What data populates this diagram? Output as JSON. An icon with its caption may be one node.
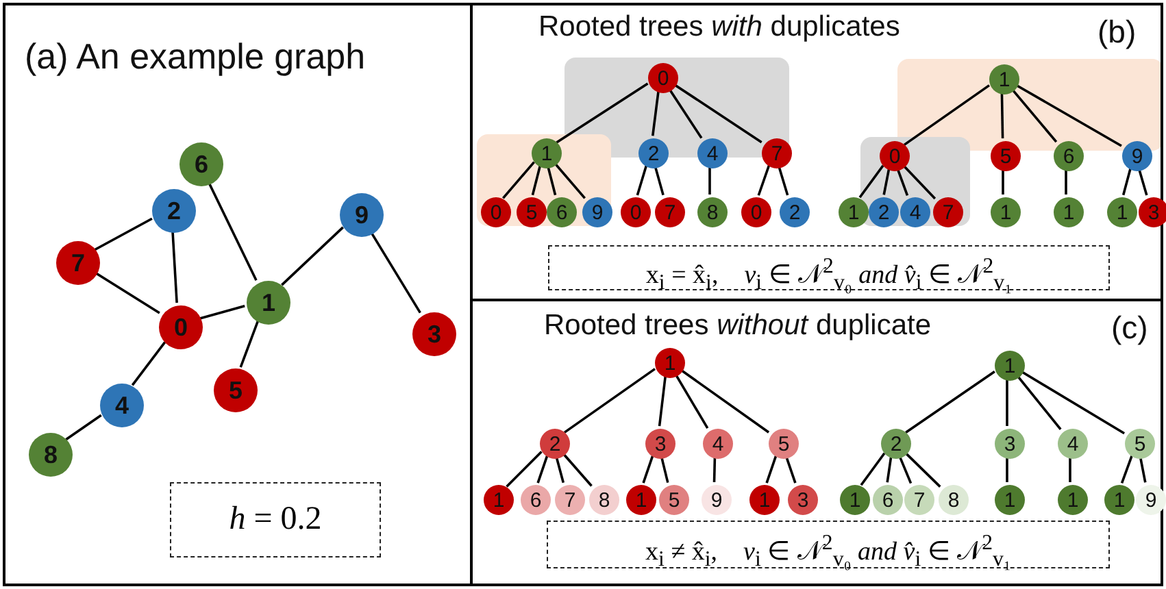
{
  "diagram": {
    "nodes": [
      {
        "text": [
          "(a) An example graph"
        ]
      },
      {
        "text": [
          "0"
        ],
        "in": 0
      },
      {
        "text": [
          "1"
        ],
        "in": 0
      },
      {
        "text": [
          "2"
        ],
        "in": 0
      },
      {
        "text": [
          "3"
        ],
        "in": 0
      },
      {
        "text": [
          "4"
        ],
        "in": 0
      },
      {
        "text": [
          "5"
        ],
        "in": 0
      },
      {
        "text": [
          "6"
        ],
        "in": 0
      },
      {
        "text": [
          "7"
        ],
        "in": 0
      },
      {
        "text": [
          "8"
        ],
        "in": 0
      },
      {
        "text": [
          "9"
        ],
        "in": 0
      },
      {
        "text": [
          "*h* = 0.2"
        ],
        "in": 0
      },
      {
        "text": [
          "Rooted trees *with* duplicates",
          "(b)"
        ]
      },
      {
        "text": [
          "0"
        ],
        "in": 12
      },
      {
        "text": [
          "1"
        ],
        "in": 12
      },
      {
        "text": [
          "2"
        ],
        "in": 12
      },
      {
        "text": [
          "4"
        ],
        "in": 12
      },
      {
        "text": [
          "7"
        ],
        "in": 12
      },
      {
        "text": [
          "0"
        ],
        "in": 12
      },
      {
        "text": [
          "5"
        ],
        "in": 12
      },
      {
        "text": [
          "6"
        ],
        "in": 12
      },
      {
        "text": [
          "9"
        ],
        "in": 12
      },
      {
        "text": [
          "0"
        ],
        "in": 12
      },
      {
        "text": [
          "7"
        ],
        "in": 12
      },
      {
        "text": [
          "8"
        ],
        "in": 12
      },
      {
        "text": [
          "0"
        ],
        "in": 12
      },
      {
        "text": [
          "2"
        ],
        "in": 12
      },
      {
        "text": [
          "1"
        ],
        "in": 12
      },
      {
        "text": [
          "0"
        ],
        "in": 12
      },
      {
        "text": [
          "5"
        ],
        "in": 12
      },
      {
        "text": [
          "6"
        ],
        "in": 12
      },
      {
        "text": [
          "9"
        ],
        "in": 12
      },
      {
        "text": [
          "1"
        ],
        "in": 12
      },
      {
        "text": [
          "2"
        ],
        "in": 12
      },
      {
        "text": [
          "4"
        ],
        "in": 12
      },
      {
        "text": [
          "7"
        ],
        "in": 12
      },
      {
        "text": [
          "1"
        ],
        "in": 12
      },
      {
        "text": [
          "1"
        ],
        "in": 12
      },
      {
        "text": [
          "1"
        ],
        "in": 12
      },
      {
        "text": [
          "3"
        ],
        "in": 12
      },
      {
        "text": [
          "x$_{i}$ = x̂$_{i}$,    *v*$_{i}$ ∈ 𝒩$^{2}$$_{v₀}$ *and* *v̂*$_{i}$ ∈ 𝒩$^{2}$$_{v₁}$"
        ],
        "in": 12
      },
      {
        "text": [
          "Rooted trees *without* duplicate",
          "(c)"
        ]
      },
      {
        "text": [
          "1"
        ],
        "in": 41
      },
      {
        "text": [
          "2"
        ],
        "in": 41
      },
      {
        "text": [
          "3"
        ],
        "in": 41
      },
      {
        "text": [
          "4"
        ],
        "in": 41
      },
      {
        "text": [
          "5"
        ],
        "in": 41
      },
      {
        "text": [
          "1"
        ],
        "in": 41
      },
      {
        "text": [
          "6"
        ],
        "in": 41
      },
      {
        "text": [
          "7"
        ],
        "in": 41
      },
      {
        "text": [
          "8"
        ],
        "in": 41
      },
      {
        "text": [
          "1"
        ],
        "in": 41
      },
      {
        "text": [
          "5"
        ],
        "in": 41
      },
      {
        "text": [
          "9"
        ],
        "in": 41
      },
      {
        "text": [
          "1"
        ],
        "in": 41
      },
      {
        "text": [
          "3"
        ],
        "in": 41
      },
      {
        "text": [
          "1"
        ],
        "in": 41
      },
      {
        "text": [
          "2"
        ],
        "in": 41
      },
      {
        "text": [
          "3"
        ],
        "in": 41
      },
      {
        "text": [
          "4"
        ],
        "in": 41
      },
      {
        "text": [
          "5"
        ],
        "in": 41
      },
      {
        "text": [
          "1"
        ],
        "in": 41
      },
      {
        "text": [
          "6"
        ],
        "in": 41
      },
      {
        "text": [
          "7"
        ],
        "in": 41
      },
      {
        "text": [
          "8"
        ],
        "in": 41
      },
      {
        "text": [
          "1"
        ],
        "in": 41
      },
      {
        "text": [
          "1"
        ],
        "in": 41
      },
      {
        "text": [
          "1"
        ],
        "in": 41
      },
      {
        "text": [
          "9"
        ],
        "in": 41
      },
      {
        "text": [
          "x$_{i}$ ≠ x̂$_{i}$,    *v*$_{i}$ ∈ 𝒩$^{2}$$_{v₀}$ *and* *v̂*$_{i}$ ∈ 𝒩$^{2}$$_{v₁}$"
        ],
        "in": 41
      }
    ],
    "edges": [
      {
        "from": 8,
        "to": 3,
        "arrow": "none"
      },
      {
        "from": 8,
        "to": 1,
        "arrow": "none"
      },
      {
        "from": 3,
        "to": 1,
        "arrow": "none"
      },
      {
        "from": 1,
        "to": 5,
        "arrow": "none"
      },
      {
        "from": 5,
        "to": 9,
        "arrow": "none"
      },
      {
        "from": 1,
        "to": 2,
        "arrow": "none"
      },
      {
        "from": 7,
        "to": 2,
        "arrow": "none"
      },
      {
        "from": 2,
        "to": 10,
        "arrow": "none"
      },
      {
        "from": 10,
        "to": 4,
        "arrow": "none"
      },
      {
        "from": 2,
        "to": 6,
        "arrow": "none"
      },
      {
        "from": 13,
        "to": 14,
        "arrow": "none"
      },
      {
        "from": 13,
        "to": 15,
        "arrow": "none"
      },
      {
        "from": 13,
        "to": 16,
        "arrow": "none"
      },
      {
        "from": 13,
        "to": 17,
        "arrow": "none"
      },
      {
        "from": 14,
        "to": 18,
        "arrow": "none"
      },
      {
        "from": 14,
        "to": 19,
        "arrow": "none"
      },
      {
        "from": 14,
        "to": 20,
        "arrow": "none"
      },
      {
        "from": 14,
        "to": 21,
        "arrow": "none"
      },
      {
        "from": 15,
        "to": 22,
        "arrow": "none"
      },
      {
        "from": 15,
        "to": 23,
        "arrow": "none"
      },
      {
        "from": 16,
        "to": 24,
        "arrow": "none"
      },
      {
        "from": 17,
        "to": 25,
        "arrow": "none"
      },
      {
        "from": 17,
        "to": 26,
        "arrow": "none"
      },
      {
        "from": 27,
        "to": 28,
        "arrow": "none"
      },
      {
        "from": 27,
        "to": 29,
        "arrow": "none"
      },
      {
        "from": 27,
        "to": 30,
        "arrow": "none"
      },
      {
        "from": 27,
        "to": 31,
        "arrow": "none"
      },
      {
        "from": 28,
        "to": 32,
        "arrow": "none"
      },
      {
        "from": 28,
        "to": 33,
        "arrow": "none"
      },
      {
        "from": 28,
        "to": 34,
        "arrow": "none"
      },
      {
        "from": 28,
        "to": 35,
        "arrow": "none"
      },
      {
        "from": 29,
        "to": 36,
        "arrow": "none"
      },
      {
        "from": 30,
        "to": 37,
        "arrow": "none"
      },
      {
        "from": 31,
        "to": 38,
        "arrow": "none"
      },
      {
        "from": 31,
        "to": 39,
        "arrow": "none"
      },
      {
        "from": 42,
        "to": 43,
        "arrow": "none"
      },
      {
        "from": 42,
        "to": 44,
        "arrow": "none"
      },
      {
        "from": 42,
        "to": 45,
        "arrow": "none"
      },
      {
        "from": 42,
        "to": 46,
        "arrow": "none"
      },
      {
        "from": 43,
        "to": 47,
        "arrow": "none"
      },
      {
        "from": 43,
        "to": 48,
        "arrow": "none"
      },
      {
        "from": 43,
        "to": 49,
        "arrow": "none"
      },
      {
        "from": 43,
        "to": 50,
        "arrow": "none"
      },
      {
        "from": 44,
        "to": 51,
        "arrow": "none"
      },
      {
        "from": 44,
        "to": 52,
        "arrow": "none"
      },
      {
        "from": 45,
        "to": 53,
        "arrow": "none"
      },
      {
        "from": 46,
        "to": 54,
        "arrow": "none"
      },
      {
        "from": 46,
        "to": 55,
        "arrow": "none"
      },
      {
        "from": 56,
        "to": 57,
        "arrow": "none"
      },
      {
        "from": 56,
        "to": 58,
        "arrow": "none"
      },
      {
        "from": 56,
        "to": 59,
        "arrow": "none"
      },
      {
        "from": 56,
        "to": 60,
        "arrow": "none"
      },
      {
        "from": 57,
        "to": 61,
        "arrow": "none"
      },
      {
        "from": 57,
        "to": 62,
        "arrow": "none"
      },
      {
        "from": 57,
        "to": 63,
        "arrow": "none"
      },
      {
        "from": 57,
        "to": 64,
        "arrow": "none"
      },
      {
        "from": 58,
        "to": 65,
        "arrow": "none"
      },
      {
        "from": 59,
        "to": 66,
        "arrow": "none"
      },
      {
        "from": 60,
        "to": 67,
        "arrow": "none"
      },
      {
        "from": 60,
        "to": 68,
        "arrow": "none"
      }
    ]
  }
}
